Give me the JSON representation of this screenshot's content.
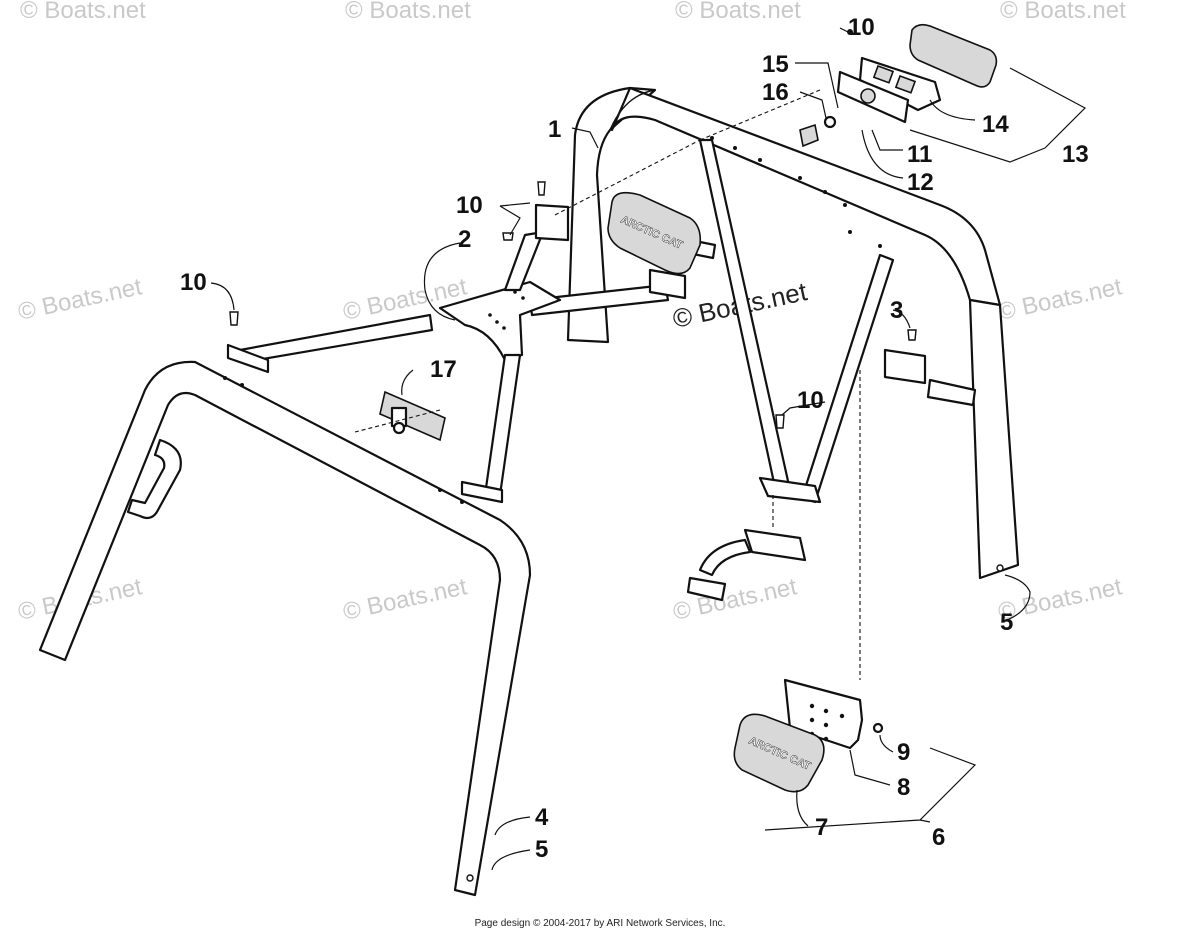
{
  "diagram": {
    "callouts": {
      "c1": "1",
      "c2": "2",
      "c3": "3",
      "c4": "4",
      "c5a": "5",
      "c5b": "5",
      "c6": "6",
      "c7": "7",
      "c8": "8",
      "c9": "9",
      "c10a": "10",
      "c10b": "10",
      "c10c": "10",
      "c10d": "10",
      "c11": "11",
      "c12": "12",
      "c13": "13",
      "c14": "14",
      "c15": "15",
      "c16": "16",
      "c17": "17"
    },
    "badge_text": "ARCTIC CAT",
    "watermark_center": "© Boats.net",
    "watermark": "© Boats.net"
  },
  "footer": {
    "text": "Page design © 2004-2017 by ARI Network Services, Inc."
  }
}
